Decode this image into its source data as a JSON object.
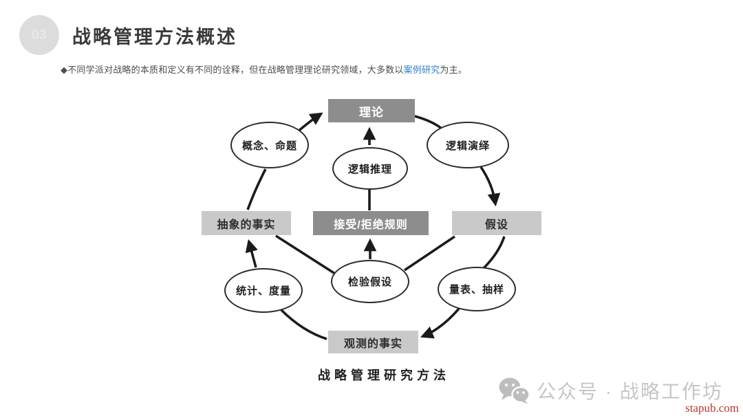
{
  "header": {
    "number": "03",
    "title": "战略管理方法概述"
  },
  "subtitle": {
    "bullet": "◆",
    "before": "不同学派对战略的本质和定义有不同的诠释，但在战略管理理论研究领域，大多数以",
    "link": "案例研究",
    "after": "为主。"
  },
  "diagram": {
    "caption": "战略管理研究方法",
    "nodes": {
      "theory": {
        "label": "理论",
        "style": "dark-box"
      },
      "concept": {
        "label": "概念、命题",
        "style": "ellipse"
      },
      "deduction": {
        "label": "逻辑演绎",
        "style": "ellipse"
      },
      "reasoning": {
        "label": "逻辑推理",
        "style": "ellipse"
      },
      "abstract": {
        "label": "抽象的事实",
        "style": "light-box"
      },
      "rules": {
        "label": "接受/拒绝规则",
        "style": "dark-box"
      },
      "hypothesis": {
        "label": "假设",
        "style": "light-box"
      },
      "statistics": {
        "label": "统计、度量",
        "style": "ellipse"
      },
      "test": {
        "label": "检验假设",
        "style": "ellipse"
      },
      "scale": {
        "label": "量表、抽样",
        "style": "ellipse"
      },
      "observed": {
        "label": "观测的事实",
        "style": "light-box"
      }
    },
    "edges": [
      {
        "from": "concept",
        "to": "theory",
        "arrow": true
      },
      {
        "from": "reasoning",
        "to": "theory",
        "arrow": true
      },
      {
        "from": "theory",
        "to": "deduction",
        "arrow": false
      },
      {
        "from": "deduction",
        "to": "hypothesis",
        "arrow": true
      },
      {
        "from": "reasoning",
        "to": "rules",
        "arrow": false
      },
      {
        "from": "test",
        "to": "rules",
        "arrow": true
      },
      {
        "from": "abstract",
        "to": "test",
        "arrow": false
      },
      {
        "from": "test",
        "to": "hypothesis",
        "arrow": false
      },
      {
        "from": "statistics",
        "to": "abstract",
        "arrow": true
      },
      {
        "from": "concept",
        "to": "abstract",
        "arrow": false
      },
      {
        "from": "hypothesis",
        "to": "scale",
        "arrow": false
      },
      {
        "from": "scale",
        "to": "observed",
        "arrow": true
      },
      {
        "from": "statistics",
        "to": "observed",
        "arrow": false
      }
    ]
  },
  "watermark": {
    "icon": "wechat-icon",
    "label": "公众号 · 战略工作坊",
    "site": "stapub.com"
  },
  "colors": {
    "box_dark": "#8d8d8d",
    "box_light": "#c9c9c9",
    "line": "#1b1b1b",
    "link_blue": "#2f80c7",
    "site_red": "#b9382e"
  }
}
